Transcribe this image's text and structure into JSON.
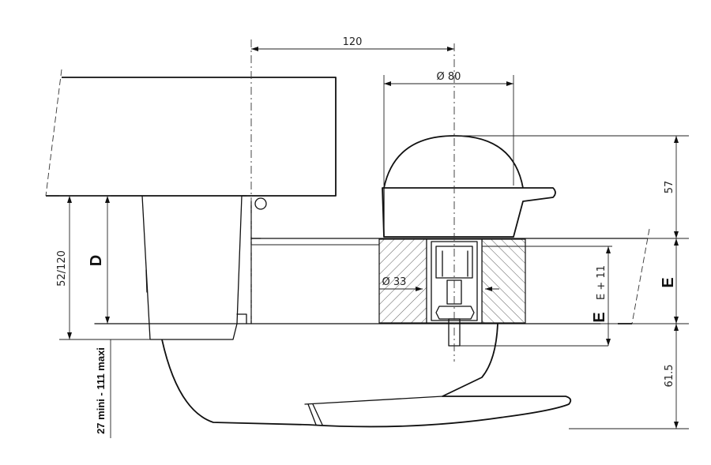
{
  "dimensions": {
    "width_120": "120",
    "diameter_80": "Ø 80",
    "height_57": "57",
    "diameter_33": "Ø 33",
    "e_plus_11": "E + 11",
    "e": "E",
    "e_left": "E",
    "d": "D",
    "height_61_5": "61.5",
    "range_52_120": "52/120",
    "range_27_111": "27 mini - 111 maxi"
  }
}
